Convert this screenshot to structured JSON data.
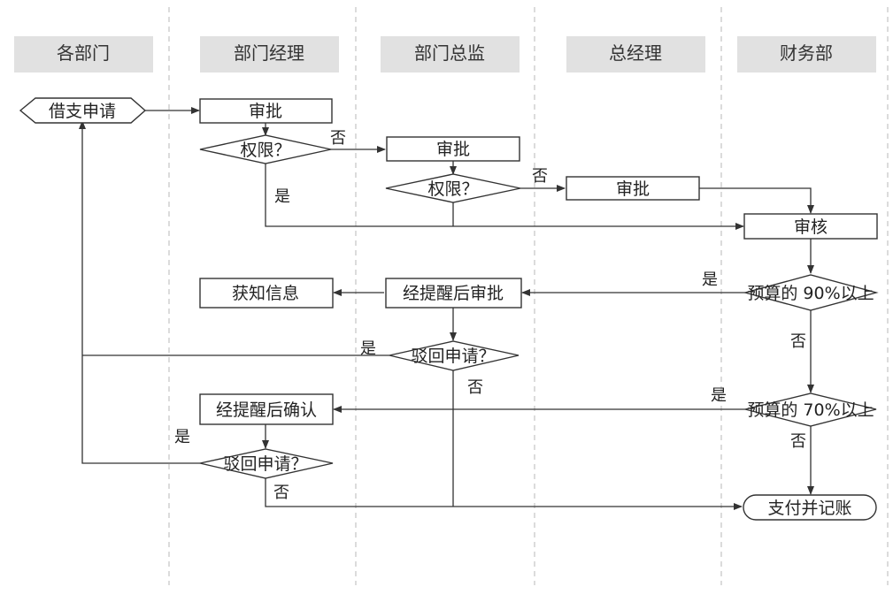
{
  "lanes": [
    "各部门",
    "部门经理",
    "部门总监",
    "总经理",
    "财务部"
  ],
  "nodes": {
    "borrow_request": "借支申请",
    "mgr_approve": "审批",
    "mgr_authority": "权限？",
    "dir_approve": "审批",
    "dir_authority": "权限？",
    "gm_approve": "审批",
    "fin_review": "审核",
    "budget_90": "预算的 90%以上",
    "notify_info": "获知信息",
    "dir_remind_approve": "经提醒后审批",
    "dir_reject": "驳回申请？",
    "mgr_remind_confirm": "经提醒后确认",
    "mgr_reject": "驳回申请？",
    "budget_70": "预算的 70%以上",
    "pay_record": "支付并记账"
  },
  "edge_labels": {
    "mgr_no": "否",
    "mgr_yes": "是",
    "dir_no": "否",
    "b90_yes": "是",
    "b90_no": "否",
    "dir_reject_yes": "是",
    "dir_reject_no": "否",
    "b70_yes": "是",
    "b70_no": "否",
    "mgr_reject_yes": "是",
    "mgr_reject_no": "否"
  }
}
